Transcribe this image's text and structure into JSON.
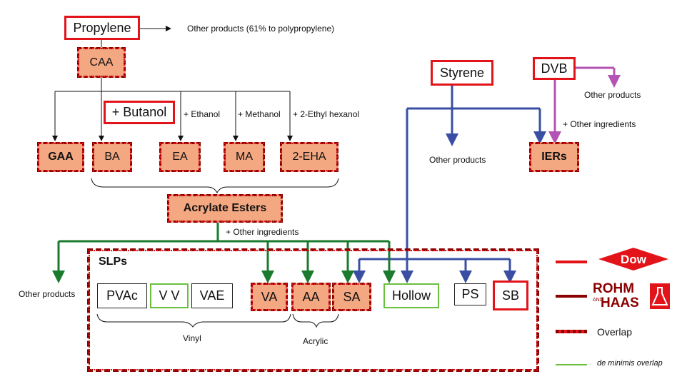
{
  "nodes": {
    "propylene": "Propylene",
    "caa": "CAA",
    "butanol": "+ Butanol",
    "gaa": "GAA",
    "ba": "BA",
    "ea": "EA",
    "ma": "MA",
    "ehaa": "2-EHA",
    "acrylate_esters": "Acrylate Esters",
    "styrene": "Styrene",
    "dvb": "DVB",
    "iers": "IERs",
    "slps": "SLPs",
    "pvac": "PVAc",
    "vv": "V V",
    "vae": "VAE",
    "va": "VA",
    "aa": "AA",
    "sa": "SA",
    "hollow": "Hollow",
    "ps": "PS",
    "sb": "SB"
  },
  "labels": {
    "other_products_propylene": "Other products (61% to polypropylene)",
    "ethanol": "+ Ethanol",
    "methanol": "+ Methanol",
    "ethyl_hexanol": "+ 2-Ethyl hexanol",
    "other_products_dvb": "Other products",
    "other_ingredients_dvb": "+ Other ingredients",
    "other_products_styrene": "Other products",
    "other_ingredients_acrylate": "+ Other ingredients",
    "other_products_slp": "Other products",
    "vinyl": "Vinyl",
    "acrylic": "Acrylic"
  },
  "legend": {
    "dow_logo_text": "Dow",
    "rh_logo_line1": "ROHM",
    "rh_logo_and": "AND",
    "rh_logo_line2": "HAAS",
    "overlap": "Overlap",
    "de_minimis": "de minimis overlap"
  },
  "colors": {
    "red": "#e2141a",
    "dark_red": "#8b0000",
    "overlap_fill": "#f4a882",
    "blue": "#3a4fa3",
    "green": "#1a7a2e",
    "light_green": "#6abf3f",
    "purple": "#b453b3"
  }
}
